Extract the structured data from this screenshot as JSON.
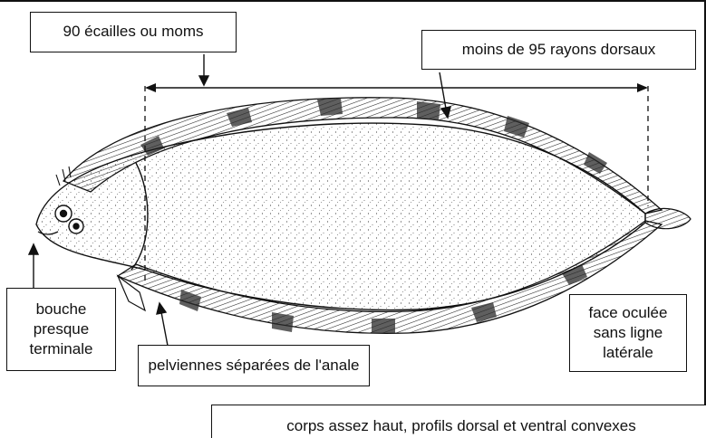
{
  "labels": {
    "scales": "90 écailles ou moms",
    "dorsal_rays": "moins de 95 rayons dorsaux",
    "mouth": "bouche\npresque\nterminale",
    "pelvic": "pelviennes séparées de l'anale",
    "eyed_side": "face oculée\nsans ligne\nlatérale",
    "body": "corps assez haut, profils dorsal et ventral convexes"
  },
  "colors": {
    "ink": "#111111",
    "fin_dark": "#2a2a2a",
    "body_fill": "#ffffff"
  }
}
